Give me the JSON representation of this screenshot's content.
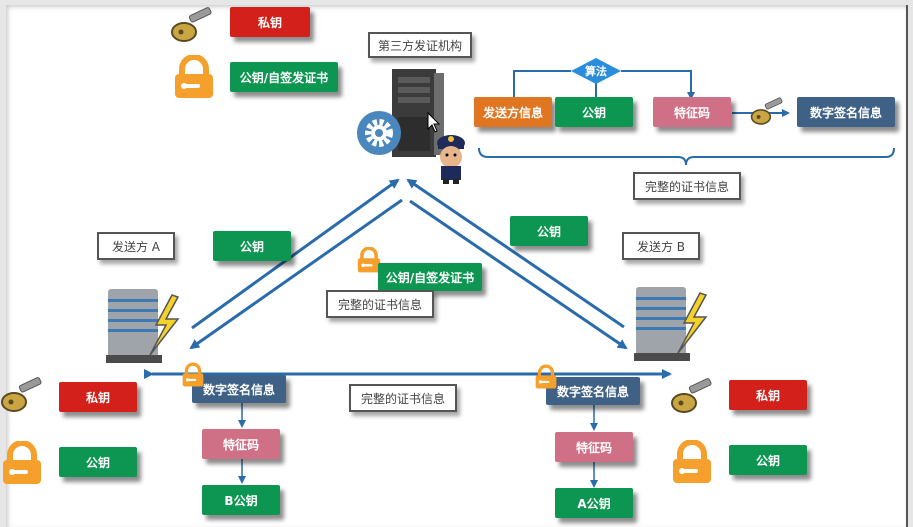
{
  "ca": {
    "title": "第三方发证机构",
    "private_key": "私钥",
    "public_key_cert": "公钥/自签发证书"
  },
  "certificate_build": {
    "algorithm": "算法",
    "sender_info": "发送方信息",
    "public_key": "公钥",
    "feature_code": "特征码",
    "digital_signature": "数字签名信息",
    "complete_cert": "完整的证书信息"
  },
  "sender_a": {
    "label": "发送方 A",
    "private_key": "私钥",
    "public_key": "公钥",
    "signature": "数字签名信息",
    "feature_code": "特征码",
    "peer_public_key": "B公钥"
  },
  "sender_b": {
    "label": "发送方 B",
    "private_key": "私钥",
    "public_key": "公钥",
    "signature": "数字签名信息",
    "feature_code": "特征码",
    "peer_public_key": "A公钥"
  },
  "flows": {
    "a_public_key": "公钥",
    "b_public_key": "公钥",
    "ca_cert": "公钥/自签发证书",
    "complete_cert_upper": "完整的证书信息",
    "complete_cert_lower": "完整的证书信息"
  },
  "colors": {
    "private_key": "#d4201a",
    "public_key": "#0c9651",
    "sender_info": "#e07522",
    "feature_code": "#d07086",
    "signature": "#3f6186",
    "arrow": "#2a6cab",
    "lock": "#f5a02c"
  }
}
